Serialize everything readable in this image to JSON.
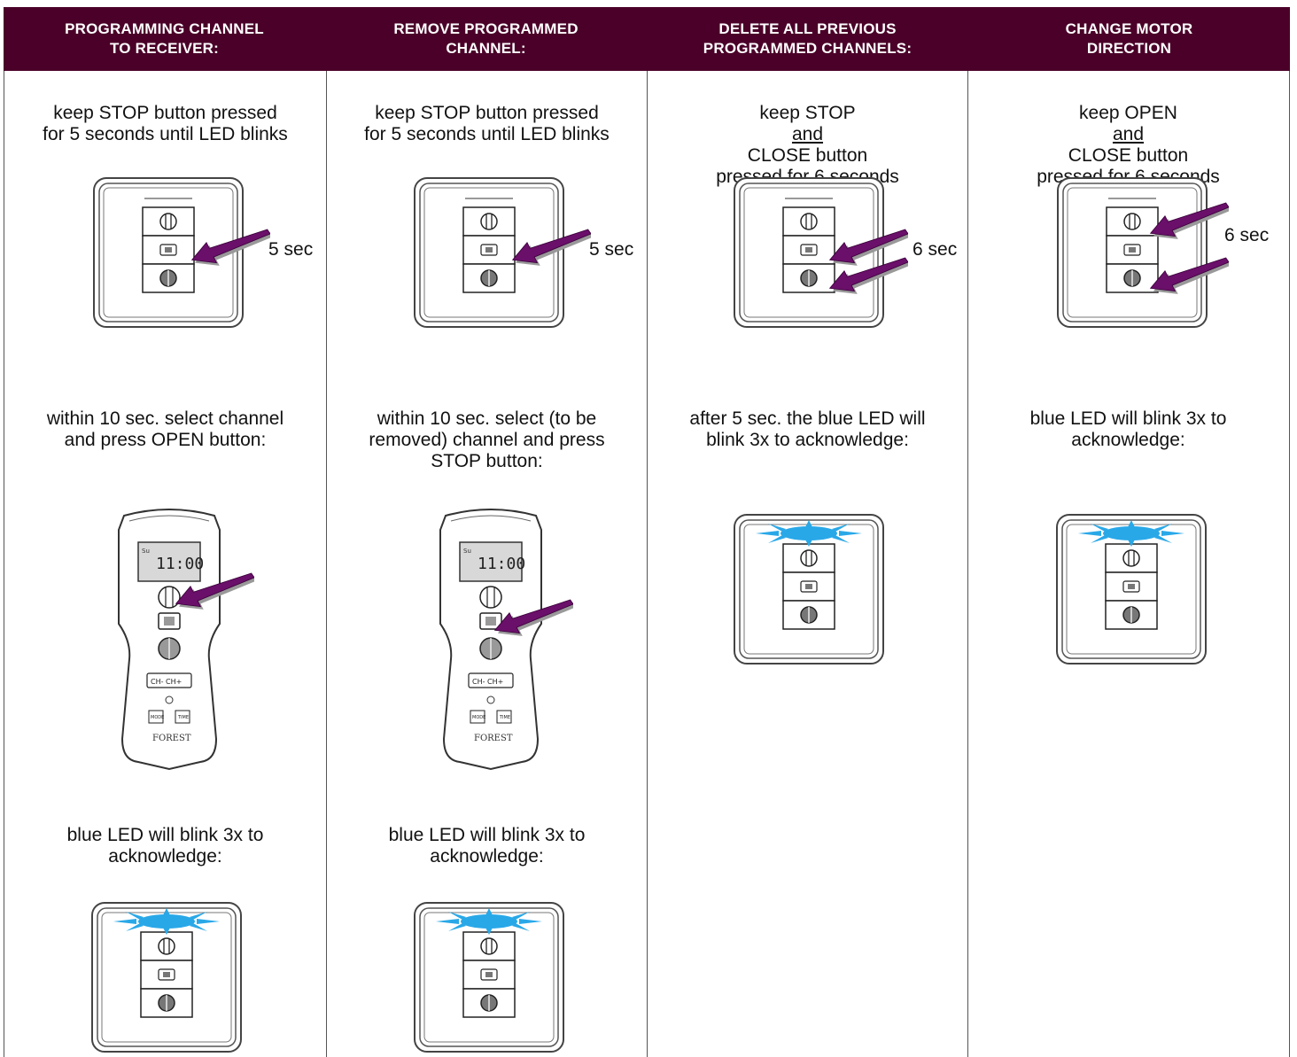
{
  "headers": [
    {
      "line1": "PROGRAMMING CHANNEL",
      "line2": "TO RECEIVER:"
    },
    {
      "line1": "REMOVE PROGRAMMED",
      "line2": "CHANNEL:"
    },
    {
      "line1": "DELETE ALL PREVIOUS",
      "line2": "PROGRAMMED CHANNELS:"
    },
    {
      "line1": "CHANGE MOTOR",
      "line2": "DIRECTION"
    }
  ],
  "columns": [
    {
      "step1": {
        "line1": "keep STOP button pressed",
        "line2": "for 5 seconds until LED blinks"
      },
      "step1_duration": "5 sec",
      "step2": {
        "line1": "within 10 sec. select channel",
        "line2": "and press OPEN button:",
        "line3": ""
      },
      "step3": {
        "line1": "blue LED will blink 3x to",
        "line2": "acknowledge:"
      }
    },
    {
      "step1": {
        "line1": "keep STOP button pressed",
        "line2": "for 5 seconds until LED blinks"
      },
      "step1_duration": "5 sec",
      "step2": {
        "line1": "within 10 sec. select (to be",
        "line2": "removed) channel and press",
        "line3": "STOP button:"
      },
      "step3": {
        "line1": "blue LED will blink 3x to",
        "line2": "acknowledge:"
      }
    },
    {
      "step1": {
        "pre": "keep STOP ",
        "underlined": "and",
        "post": " CLOSE button",
        "line2": "pressed for 6 seconds"
      },
      "step1_duration": "6 sec",
      "step2": {
        "line1": "after 5 sec. the blue LED will",
        "line2": "blink 3x to acknowledge:"
      }
    },
    {
      "step1": {
        "pre": "keep OPEN ",
        "underlined": "and",
        "post": " CLOSE button",
        "line2": "pressed for 6 seconds"
      },
      "step1_duration": "6 sec",
      "step2": {
        "line1": "blue LED will blink 3x to",
        "line2": "acknowledge:"
      }
    }
  ],
  "remote": {
    "display_time": "11:00",
    "display_day": "Su",
    "ch_minus": "CH-",
    "ch_plus": "CH+",
    "mode": "MODE",
    "time": "TIME",
    "brand": "FOREST"
  },
  "colors": {
    "header_bg": "#4a0028",
    "arrow": "#6a0f6a",
    "led_blue": "#29a8e8"
  }
}
